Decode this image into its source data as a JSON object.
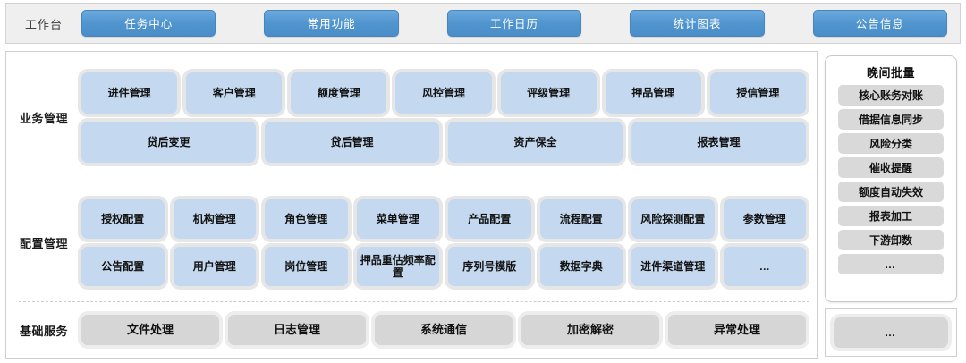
{
  "topbar": {
    "label": "工作台",
    "tabs": [
      {
        "label": "任务中心"
      },
      {
        "label": "常用功能"
      },
      {
        "label": "工作日历"
      },
      {
        "label": "统计图表"
      },
      {
        "label": "公告信息"
      }
    ]
  },
  "bands": [
    {
      "label": "业务管理",
      "rows": [
        [
          "进件管理",
          "客户管理",
          "额度管理",
          "风控管理",
          "评级管理",
          "押品管理",
          "授信管理"
        ],
        [
          "贷后变更",
          "贷后管理",
          "资产保全",
          "报表管理"
        ]
      ]
    },
    {
      "label": "配置管理",
      "rows": [
        [
          "授权配置",
          "机构管理",
          "角色管理",
          "菜单管理",
          "产品配置",
          "流程配置",
          "风险探测配置",
          "参数管理"
        ],
        [
          "公告配置",
          "用户管理",
          "岗位管理",
          "押品重估频率配置",
          "序列号模版",
          "数据字典",
          "进件渠道管理",
          "…"
        ]
      ]
    },
    {
      "label": "基础服务",
      "rows": [
        [
          "文件处理",
          "日志管理",
          "系统通信",
          "加密解密",
          "异常处理"
        ]
      ]
    }
  ],
  "right_panel": {
    "title": "晚间批量",
    "items": [
      "核心账务对账",
      "借据信息同步",
      "风险分类",
      "催收提醒",
      "额度自动失效",
      "报表加工",
      "下游卸数",
      "…"
    ]
  },
  "right_bottom": {
    "label": "…"
  },
  "colors": {
    "accent_blue": "#5195cf",
    "tile_blue": "#c4d8ef",
    "tile_gray": "#d6d6d6",
    "topbar_bg": "#efefef"
  }
}
